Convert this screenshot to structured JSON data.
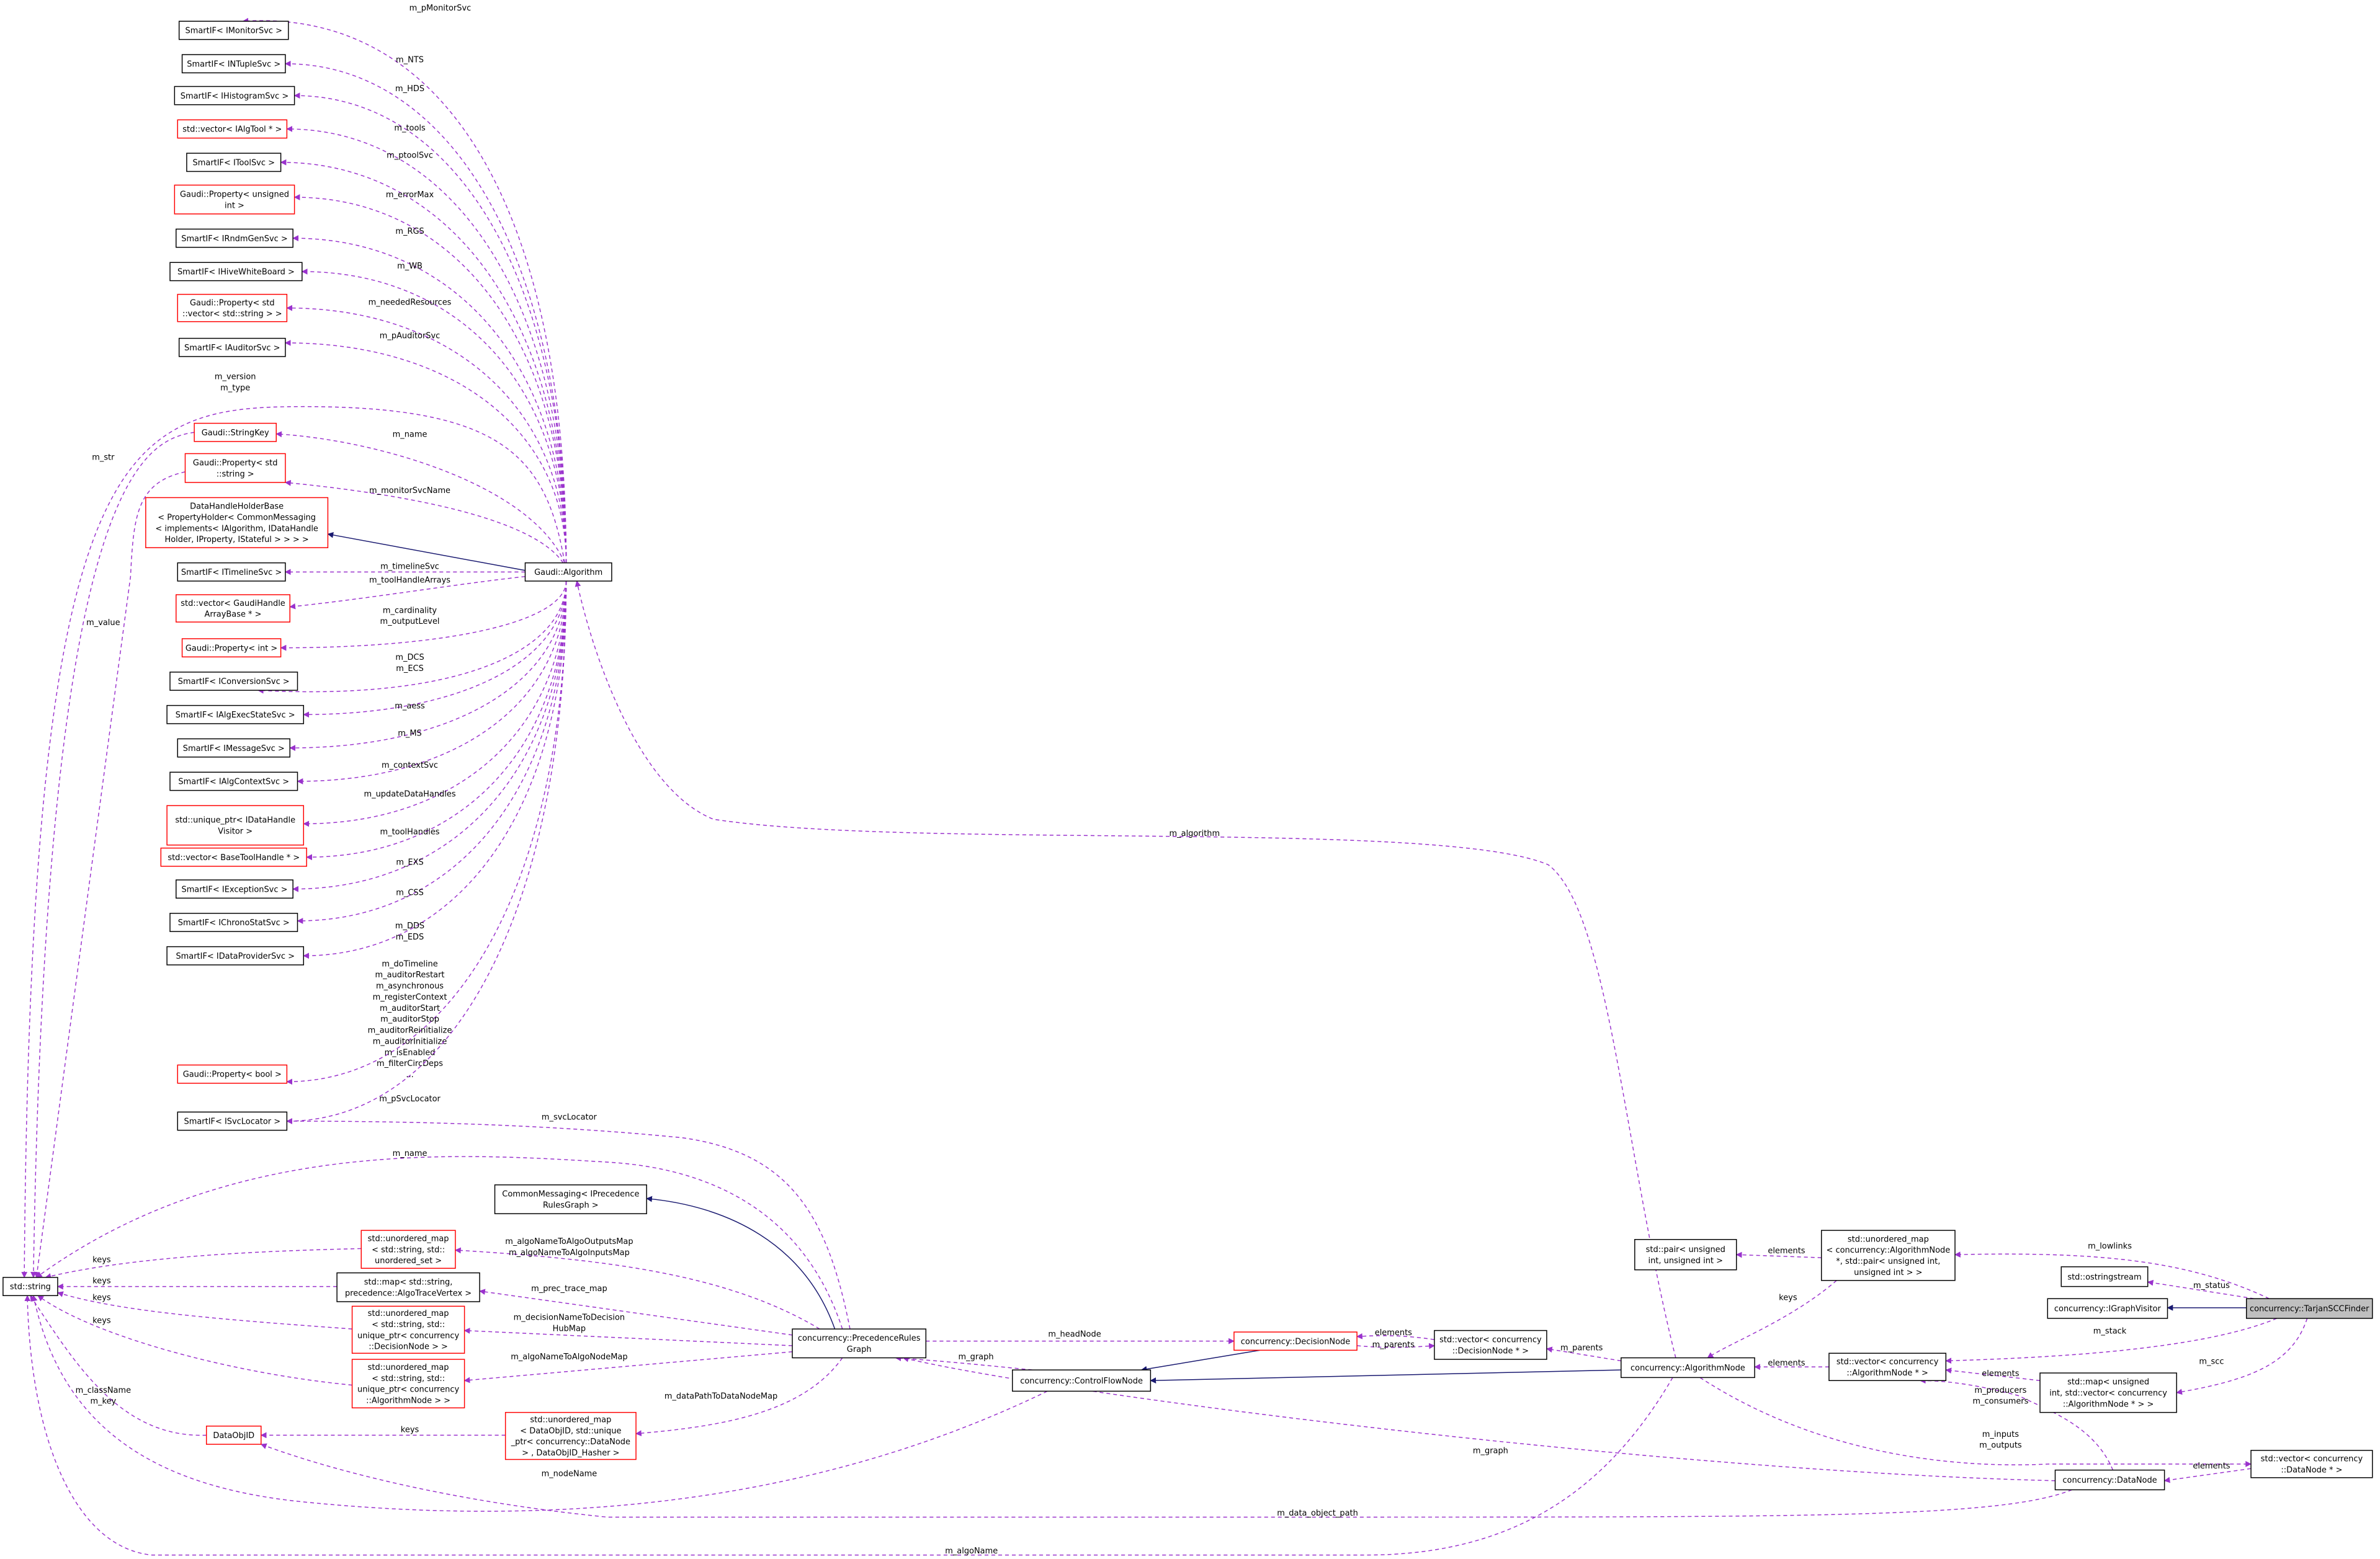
{
  "colors": {
    "member_edge": "#9a32cd",
    "inherit_edge": "#191970",
    "node_border": "#000000",
    "undocumented_border": "#ff0000",
    "focus_fill": "#bfbfbf",
    "node_fill": "#ffffff"
  },
  "nodes": [
    {
      "id": "imonitor",
      "lines": [
        "SmartIF< IMonitorSvc >"
      ],
      "border": "black"
    },
    {
      "id": "intuple",
      "lines": [
        "SmartIF< INTupleSvc >"
      ],
      "border": "black"
    },
    {
      "id": "ihisto",
      "lines": [
        "SmartIF< IHistogramSvc >"
      ],
      "border": "black"
    },
    {
      "id": "valgtool",
      "lines": [
        "std::vector< IAlgTool * >"
      ],
      "border": "red"
    },
    {
      "id": "itoolsvc",
      "lines": [
        "SmartIF< IToolSvc >"
      ],
      "border": "black"
    },
    {
      "id": "propuint",
      "lines": [
        "Gaudi::Property< unsigned",
        "int >"
      ],
      "border": "red"
    },
    {
      "id": "irndm",
      "lines": [
        "SmartIF< IRndmGenSvc >"
      ],
      "border": "black"
    },
    {
      "id": "ihive",
      "lines": [
        "SmartIF< IHiveWhiteBoard >"
      ],
      "border": "black"
    },
    {
      "id": "propvec",
      "lines": [
        "Gaudi::Property< std",
        "::vector< std::string > >"
      ],
      "border": "red"
    },
    {
      "id": "iauditor",
      "lines": [
        "SmartIF< IAuditorSvc >"
      ],
      "border": "black"
    },
    {
      "id": "stringkey",
      "lines": [
        "Gaudi::StringKey"
      ],
      "border": "red"
    },
    {
      "id": "propstr",
      "lines": [
        "Gaudi::Property< std",
        "::string >"
      ],
      "border": "red"
    },
    {
      "id": "dhhb",
      "lines": [
        "DataHandleHolderBase",
        "< PropertyHolder< CommonMessaging",
        "< implements< IAlgorithm, IDataHandle",
        "Holder, IProperty, IStateful > > > >"
      ],
      "border": "red"
    },
    {
      "id": "itimeline",
      "lines": [
        "SmartIF< ITimelineSvc >"
      ],
      "border": "black"
    },
    {
      "id": "vgha",
      "lines": [
        "std::vector< GaudiHandle",
        "ArrayBase * >"
      ],
      "border": "red"
    },
    {
      "id": "propint",
      "lines": [
        "Gaudi::Property< int >"
      ],
      "border": "red"
    },
    {
      "id": "iconv",
      "lines": [
        "SmartIF< IConversionSvc >"
      ],
      "border": "black"
    },
    {
      "id": "iaess",
      "lines": [
        "SmartIF< IAlgExecStateSvc >"
      ],
      "border": "black"
    },
    {
      "id": "imsg",
      "lines": [
        "SmartIF< IMessageSvc >"
      ],
      "border": "black"
    },
    {
      "id": "ictx",
      "lines": [
        "SmartIF< IAlgContextSvc >"
      ],
      "border": "black"
    },
    {
      "id": "updh",
      "lines": [
        "std::unique_ptr< IDataHandle",
        "Visitor >"
      ],
      "border": "red"
    },
    {
      "id": "vbth",
      "lines": [
        "std::vector< BaseToolHandle * >"
      ],
      "border": "red"
    },
    {
      "id": "iexc",
      "lines": [
        "SmartIF< IExceptionSvc >"
      ],
      "border": "black"
    },
    {
      "id": "ichrono",
      "lines": [
        "SmartIF< IChronoStatSvc >"
      ],
      "border": "black"
    },
    {
      "id": "idp",
      "lines": [
        "SmartIF< IDataProviderSvc >"
      ],
      "border": "black"
    },
    {
      "id": "propbool",
      "lines": [
        "Gaudi::Property< bool >"
      ],
      "border": "red"
    },
    {
      "id": "isvcloc",
      "lines": [
        "SmartIF< ISvcLocator >"
      ],
      "border": "black"
    },
    {
      "id": "algorithm",
      "lines": [
        "Gaudi::Algorithm"
      ],
      "border": "black"
    },
    {
      "id": "stdstring",
      "lines": [
        "std::string"
      ],
      "border": "black"
    },
    {
      "id": "cmprg",
      "lines": [
        "CommonMessaging< IPrecedence",
        "RulesGraph >"
      ],
      "border": "black"
    },
    {
      "id": "umapset",
      "lines": [
        "std::unordered_map",
        "< std::string, std::",
        "unordered_set >"
      ],
      "border": "red"
    },
    {
      "id": "maptrace",
      "lines": [
        "std::map< std::string,",
        "precedence::AlgoTraceVertex >"
      ],
      "border": "black"
    },
    {
      "id": "umapdec",
      "lines": [
        "std::unordered_map",
        "< std::string, std::",
        "unique_ptr< concurrency",
        "::DecisionNode > >"
      ],
      "border": "red"
    },
    {
      "id": "umapalg",
      "lines": [
        "std::unordered_map",
        "< std::string, std::",
        "unique_ptr< concurrency",
        "::AlgorithmNode > >"
      ],
      "border": "red"
    },
    {
      "id": "dataobjid",
      "lines": [
        "DataObjID"
      ],
      "border": "red"
    },
    {
      "id": "umapdata",
      "lines": [
        "std::unordered_map",
        "< DataObjID, std::unique",
        "_ptr< concurrency::DataNode",
        "> , DataObjID_Hasher >"
      ],
      "border": "red"
    },
    {
      "id": "prg",
      "lines": [
        "concurrency::PrecedenceRules",
        "Graph"
      ],
      "border": "black"
    },
    {
      "id": "decnode",
      "lines": [
        "concurrency::DecisionNode"
      ],
      "border": "red"
    },
    {
      "id": "cfnode",
      "lines": [
        "concurrency::ControlFlowNode"
      ],
      "border": "black"
    },
    {
      "id": "vecdec",
      "lines": [
        "std::vector< concurrency",
        "::DecisionNode * >"
      ],
      "border": "black"
    },
    {
      "id": "algnode",
      "lines": [
        "concurrency::AlgorithmNode"
      ],
      "border": "black"
    },
    {
      "id": "pairuu",
      "lines": [
        "std::pair< unsigned",
        "int, unsigned int >"
      ],
      "border": "black"
    },
    {
      "id": "umaplow",
      "lines": [
        "std::unordered_map",
        "< concurrency::AlgorithmNode",
        "*, std::pair< unsigned int,",
        "unsigned int > >"
      ],
      "border": "black"
    },
    {
      "id": "ostream",
      "lines": [
        "std::ostringstream"
      ],
      "border": "black"
    },
    {
      "id": "igv",
      "lines": [
        "concurrency::IGraphVisitor"
      ],
      "border": "black"
    },
    {
      "id": "tarjan",
      "lines": [
        "concurrency::TarjanSCCFinder"
      ],
      "border": "black",
      "focus": true
    },
    {
      "id": "vecalg",
      "lines": [
        "std::vector< concurrency",
        "::AlgorithmNode * >"
      ],
      "border": "black"
    },
    {
      "id": "mapscc",
      "lines": [
        "std::map< unsigned",
        "int, std::vector< concurrency",
        "::AlgorithmNode * > >"
      ],
      "border": "black"
    },
    {
      "id": "vecdata",
      "lines": [
        "std::vector< concurrency",
        "::DataNode * >"
      ],
      "border": "black"
    },
    {
      "id": "datanode",
      "lines": [
        "concurrency::DataNode"
      ],
      "border": "black"
    }
  ],
  "edges": [
    {
      "from": "algorithm",
      "to": "imonitor",
      "type": "member",
      "labels": [
        "m_pMonitorSvc"
      ]
    },
    {
      "from": "algorithm",
      "to": "intuple",
      "type": "member",
      "labels": [
        "m_NTS"
      ]
    },
    {
      "from": "algorithm",
      "to": "ihisto",
      "type": "member",
      "labels": [
        "m_HDS"
      ]
    },
    {
      "from": "algorithm",
      "to": "valgtool",
      "type": "member",
      "labels": [
        "m_tools"
      ]
    },
    {
      "from": "algorithm",
      "to": "itoolsvc",
      "type": "member",
      "labels": [
        "m_ptoolSvc"
      ]
    },
    {
      "from": "algorithm",
      "to": "propuint",
      "type": "member",
      "labels": [
        "m_errorMax"
      ]
    },
    {
      "from": "algorithm",
      "to": "irndm",
      "type": "member",
      "labels": [
        "m_RGS"
      ]
    },
    {
      "from": "algorithm",
      "to": "ihive",
      "type": "member",
      "labels": [
        "m_WB"
      ]
    },
    {
      "from": "algorithm",
      "to": "propvec",
      "type": "member",
      "labels": [
        "m_neededResources"
      ]
    },
    {
      "from": "algorithm",
      "to": "iauditor",
      "type": "member",
      "labels": [
        "m_pAuditorSvc"
      ]
    },
    {
      "from": "algorithm",
      "to": "stdstring",
      "type": "member",
      "labels": [
        "m_version",
        "m_type"
      ]
    },
    {
      "from": "algorithm",
      "to": "stringkey",
      "type": "member",
      "labels": [
        "m_name"
      ]
    },
    {
      "from": "algorithm",
      "to": "propstr",
      "type": "member",
      "labels": [
        "m_monitorSvcName"
      ]
    },
    {
      "from": "algorithm",
      "to": "dhhb",
      "type": "inherit",
      "labels": []
    },
    {
      "from": "algorithm",
      "to": "itimeline",
      "type": "member",
      "labels": [
        "m_timelineSvc"
      ]
    },
    {
      "from": "algorithm",
      "to": "vgha",
      "type": "member",
      "labels": [
        "m_toolHandleArrays"
      ]
    },
    {
      "from": "algorithm",
      "to": "propint",
      "type": "member",
      "labels": [
        "m_cardinality",
        "m_outputLevel"
      ]
    },
    {
      "from": "algorithm",
      "to": "iconv",
      "type": "member",
      "labels": [
        "m_DCS",
        "m_ECS"
      ]
    },
    {
      "from": "algorithm",
      "to": "iaess",
      "type": "member",
      "labels": [
        "m_aess"
      ]
    },
    {
      "from": "algorithm",
      "to": "imsg",
      "type": "member",
      "labels": [
        "m_MS"
      ]
    },
    {
      "from": "algorithm",
      "to": "ictx",
      "type": "member",
      "labels": [
        "m_contextSvc"
      ]
    },
    {
      "from": "algorithm",
      "to": "updh",
      "type": "member",
      "labels": [
        "m_updateDataHandles"
      ]
    },
    {
      "from": "algorithm",
      "to": "vbth",
      "type": "member",
      "labels": [
        "m_toolHandles"
      ]
    },
    {
      "from": "algorithm",
      "to": "iexc",
      "type": "member",
      "labels": [
        "m_EXS"
      ]
    },
    {
      "from": "algorithm",
      "to": "ichrono",
      "type": "member",
      "labels": [
        "m_CSS"
      ]
    },
    {
      "from": "algorithm",
      "to": "idp",
      "type": "member",
      "labels": [
        "m_DDS",
        "m_EDS"
      ]
    },
    {
      "from": "algorithm",
      "to": "propbool",
      "type": "member",
      "labels": [
        "m_doTimeline",
        "m_auditorRestart",
        "m_asynchronous",
        "m_registerContext",
        "m_auditorStart",
        "m_auditorStop",
        "m_auditorReinitialize",
        "m_auditorInitialize",
        "m_isEnabled",
        "m_filterCircDeps",
        "..."
      ]
    },
    {
      "from": "algorithm",
      "to": "isvcloc",
      "type": "member",
      "labels": [
        "m_pSvcLocator"
      ]
    },
    {
      "from": "stringkey",
      "to": "stdstring",
      "type": "member",
      "labels": [
        "m_str"
      ]
    },
    {
      "from": "propstr",
      "to": "stdstring",
      "type": "member",
      "labels": [
        "m_value"
      ]
    },
    {
      "from": "prg",
      "to": "isvcloc",
      "type": "member",
      "labels": [
        "m_svcLocator"
      ]
    },
    {
      "from": "prg",
      "to": "stdstring",
      "type": "member",
      "labels": [
        "m_name"
      ]
    },
    {
      "from": "prg",
      "to": "cmprg",
      "type": "inherit",
      "labels": []
    },
    {
      "from": "prg",
      "to": "umapset",
      "type": "member",
      "labels": [
        "m_algoNameToAlgoOutputsMap",
        "m_algoNameToAlgoInputsMap"
      ]
    },
    {
      "from": "prg",
      "to": "maptrace",
      "type": "member",
      "labels": [
        "m_prec_trace_map"
      ]
    },
    {
      "from": "prg",
      "to": "umapdec",
      "type": "member",
      "labels": [
        "m_decisionNameToDecision",
        "HubMap"
      ]
    },
    {
      "from": "prg",
      "to": "umapalg",
      "type": "member",
      "labels": [
        "m_algoNameToAlgoNodeMap"
      ]
    },
    {
      "from": "prg",
      "to": "umapdata",
      "type": "member",
      "labels": [
        "m_dataPathToDataNodeMap"
      ]
    },
    {
      "from": "prg",
      "to": "decnode",
      "type": "member",
      "labels": [
        "m_headNode"
      ]
    },
    {
      "from": "umapset",
      "to": "stdstring",
      "type": "member",
      "labels": [
        "keys"
      ]
    },
    {
      "from": "maptrace",
      "to": "stdstring",
      "type": "member",
      "labels": [
        "keys"
      ]
    },
    {
      "from": "umapdec",
      "to": "stdstring",
      "type": "member",
      "labels": [
        "keys"
      ]
    },
    {
      "from": "umapalg",
      "to": "stdstring",
      "type": "member",
      "labels": [
        "keys"
      ]
    },
    {
      "from": "dataobjid",
      "to": "stdstring",
      "type": "member",
      "labels": [
        "m_className",
        "m_key"
      ]
    },
    {
      "from": "umapdata",
      "to": "dataobjid",
      "type": "member",
      "labels": [
        "keys"
      ]
    },
    {
      "from": "cfnode",
      "to": "prg",
      "type": "member",
      "labels": [
        "m_graph"
      ]
    },
    {
      "from": "cfnode",
      "to": "stdstring",
      "type": "member",
      "labels": [
        "m_nodeName"
      ]
    },
    {
      "from": "decnode",
      "to": "cfnode",
      "type": "inherit",
      "labels": []
    },
    {
      "from": "algnode",
      "to": "cfnode",
      "type": "inherit",
      "labels": []
    },
    {
      "from": "vecdec",
      "to": "decnode",
      "type": "member",
      "labels": [
        "elements"
      ]
    },
    {
      "from": "decnode",
      "to": "vecdec",
      "type": "member",
      "labels": [
        "m_parents"
      ]
    },
    {
      "from": "algnode",
      "to": "vecdec",
      "type": "member",
      "labels": [
        "m_parents"
      ]
    },
    {
      "from": "algnode",
      "to": "algorithm",
      "type": "member",
      "labels": [
        "m_algorithm"
      ]
    },
    {
      "from": "algnode",
      "to": "stdstring",
      "type": "member",
      "labels": [
        "m_algoName"
      ]
    },
    {
      "from": "umaplow",
      "to": "pairuu",
      "type": "member",
      "labels": [
        "elements"
      ]
    },
    {
      "from": "umaplow",
      "to": "algnode",
      "type": "member",
      "labels": [
        "keys"
      ]
    },
    {
      "from": "vecalg",
      "to": "algnode",
      "type": "member",
      "labels": [
        "elements"
      ]
    },
    {
      "from": "algnode",
      "to": "vecdata",
      "type": "member",
      "labels": [
        "m_inputs",
        "m_outputs"
      ]
    },
    {
      "from": "datanode",
      "to": "vecalg",
      "type": "member",
      "labels": [
        "m_producers",
        "m_consumers"
      ]
    },
    {
      "from": "vecdata",
      "to": "datanode",
      "type": "member",
      "labels": [
        "elements"
      ]
    },
    {
      "from": "datanode",
      "to": "prg",
      "type": "member",
      "labels": [
        "m_graph"
      ]
    },
    {
      "from": "datanode",
      "to": "dataobjid",
      "type": "member",
      "labels": [
        "m_data_object_path"
      ]
    },
    {
      "from": "mapscc",
      "to": "vecalg",
      "type": "member",
      "labels": [
        "elements"
      ]
    },
    {
      "from": "tarjan",
      "to": "umaplow",
      "type": "member",
      "labels": [
        "m_lowlinks"
      ]
    },
    {
      "from": "tarjan",
      "to": "ostream",
      "type": "member",
      "labels": [
        "m_status"
      ]
    },
    {
      "from": "tarjan",
      "to": "igv",
      "type": "inherit",
      "labels": []
    },
    {
      "from": "tarjan",
      "to": "vecalg",
      "type": "member",
      "labels": [
        "m_stack"
      ]
    },
    {
      "from": "tarjan",
      "to": "mapscc",
      "type": "member",
      "labels": [
        "m_scc"
      ]
    }
  ]
}
